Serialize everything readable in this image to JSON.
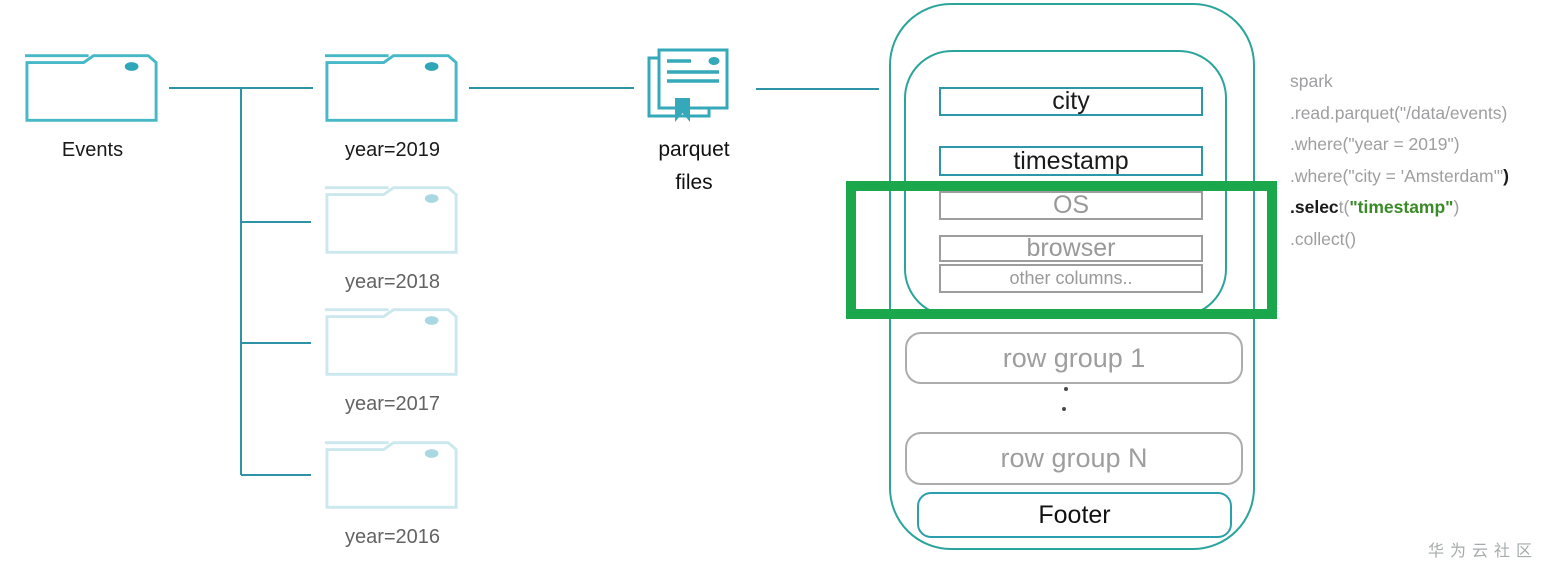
{
  "folders": [
    {
      "label": "Events",
      "state": "active"
    },
    {
      "label": "year=2019",
      "state": "active"
    },
    {
      "label": "year=2018",
      "state": "pruned"
    },
    {
      "label": "year=2017",
      "state": "pruned"
    },
    {
      "label": "year=2016",
      "state": "pruned"
    }
  ],
  "parquet_files": {
    "label_line1": "parquet",
    "label_line2": "files"
  },
  "parquet_file_structure": {
    "columns": [
      {
        "label": "city",
        "state": "active"
      },
      {
        "label": "timestamp",
        "state": "active"
      },
      {
        "label": "OS",
        "state": "skipped"
      },
      {
        "label": "browser",
        "state": "skipped"
      },
      {
        "label": "other columns..",
        "state": "skipped"
      }
    ],
    "row_groups": [
      {
        "label": "row group 1"
      },
      {
        "label": "row group N"
      }
    ],
    "footer": {
      "label": "Footer"
    }
  },
  "code": {
    "lines": [
      [
        {
          "text": "spark",
          "style": "muted"
        }
      ],
      [
        {
          "text": ".read.parquet(\"/data/events)",
          "style": "muted"
        }
      ],
      [
        {
          "text": ".where(\"year = 2019\")",
          "style": "muted"
        }
      ],
      [
        {
          "text": ".where(\"city = 'Amsterdam'\"",
          "style": "muted"
        },
        {
          "text": ")",
          "style": "emph"
        }
      ],
      [
        {
          "text": ".selec",
          "style": "emph"
        },
        {
          "text": "t(",
          "style": "muted"
        },
        {
          "text": "\"timestamp\"",
          "style": "highlight"
        },
        {
          "text": ")",
          "style": "muted"
        }
      ],
      [
        {
          "text": ".collect()",
          "style": "muted"
        }
      ]
    ]
  },
  "watermark": "华为云社区",
  "colors": {
    "folder_teal": "#47B8C6",
    "folder_faded": "#CBE8EE",
    "connector_line": "#2E93A6",
    "container_border": "#2BA49C",
    "active_column_border": "#2C97A8",
    "skipped_gray": "#9D9D9D",
    "green_highlight": "#1BA84C",
    "code_green": "#3A8A28",
    "code_gray": "#9E9EA0"
  }
}
